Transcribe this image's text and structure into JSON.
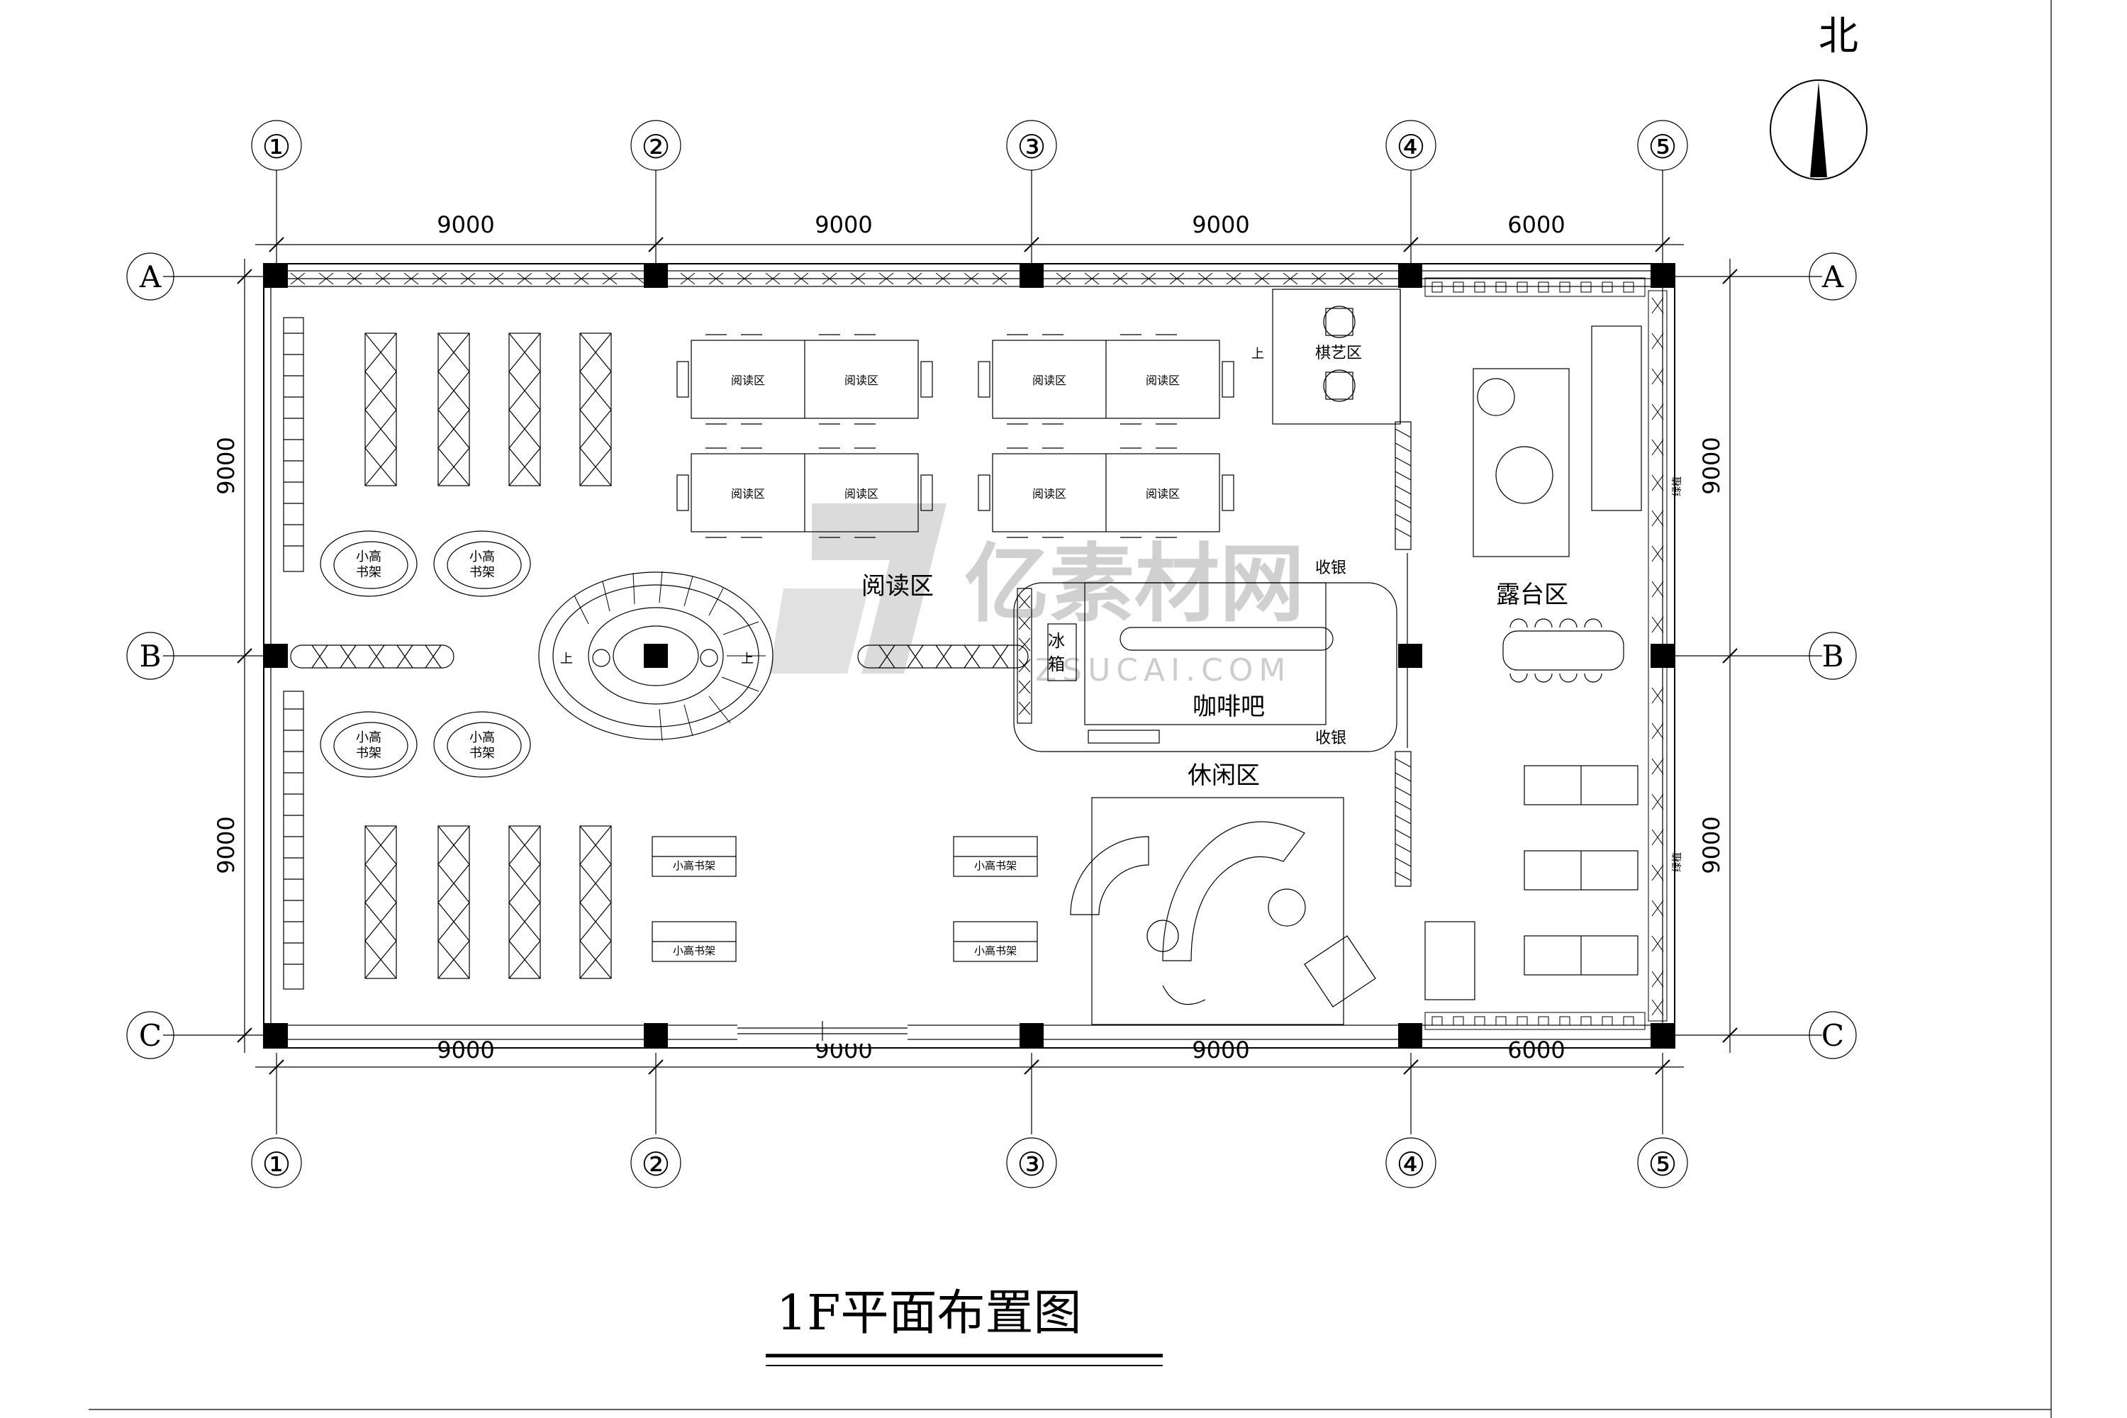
{
  "north_label": "北",
  "title": "1F平面布置图",
  "grid": {
    "columns": [
      "①",
      "②",
      "③",
      "④",
      "⑤"
    ],
    "rows": [
      "A",
      "B",
      "C"
    ]
  },
  "dimensions": {
    "top": [
      "9000",
      "9000",
      "9000",
      "6000"
    ],
    "bottom": [
      "9000",
      "9000",
      "9000",
      "6000"
    ],
    "left": [
      "9000",
      "9000"
    ],
    "right": [
      "9000",
      "9000"
    ]
  },
  "zones": {
    "reading": "阅读区",
    "cafe": "咖啡吧",
    "leisure": "休闲区",
    "terrace": "露台区",
    "chess": "棋艺区",
    "cashier_top": "收银",
    "cashier_bottom": "收银",
    "fridge_1": "冰",
    "fridge_2": "箱"
  },
  "fixtures": {
    "up_mark": "上",
    "small_shelf_l1": "小高",
    "small_shelf_l2": "书架",
    "low_shelf": "小高书架",
    "reading_table": "阅读区",
    "planter": "绿植"
  },
  "watermark": {
    "brand": "亿素材网",
    "url": "ZSUCAI.COM"
  },
  "colors": {
    "line": "#000000",
    "background": "#ffffff",
    "watermark": "#bdbdbd"
  }
}
